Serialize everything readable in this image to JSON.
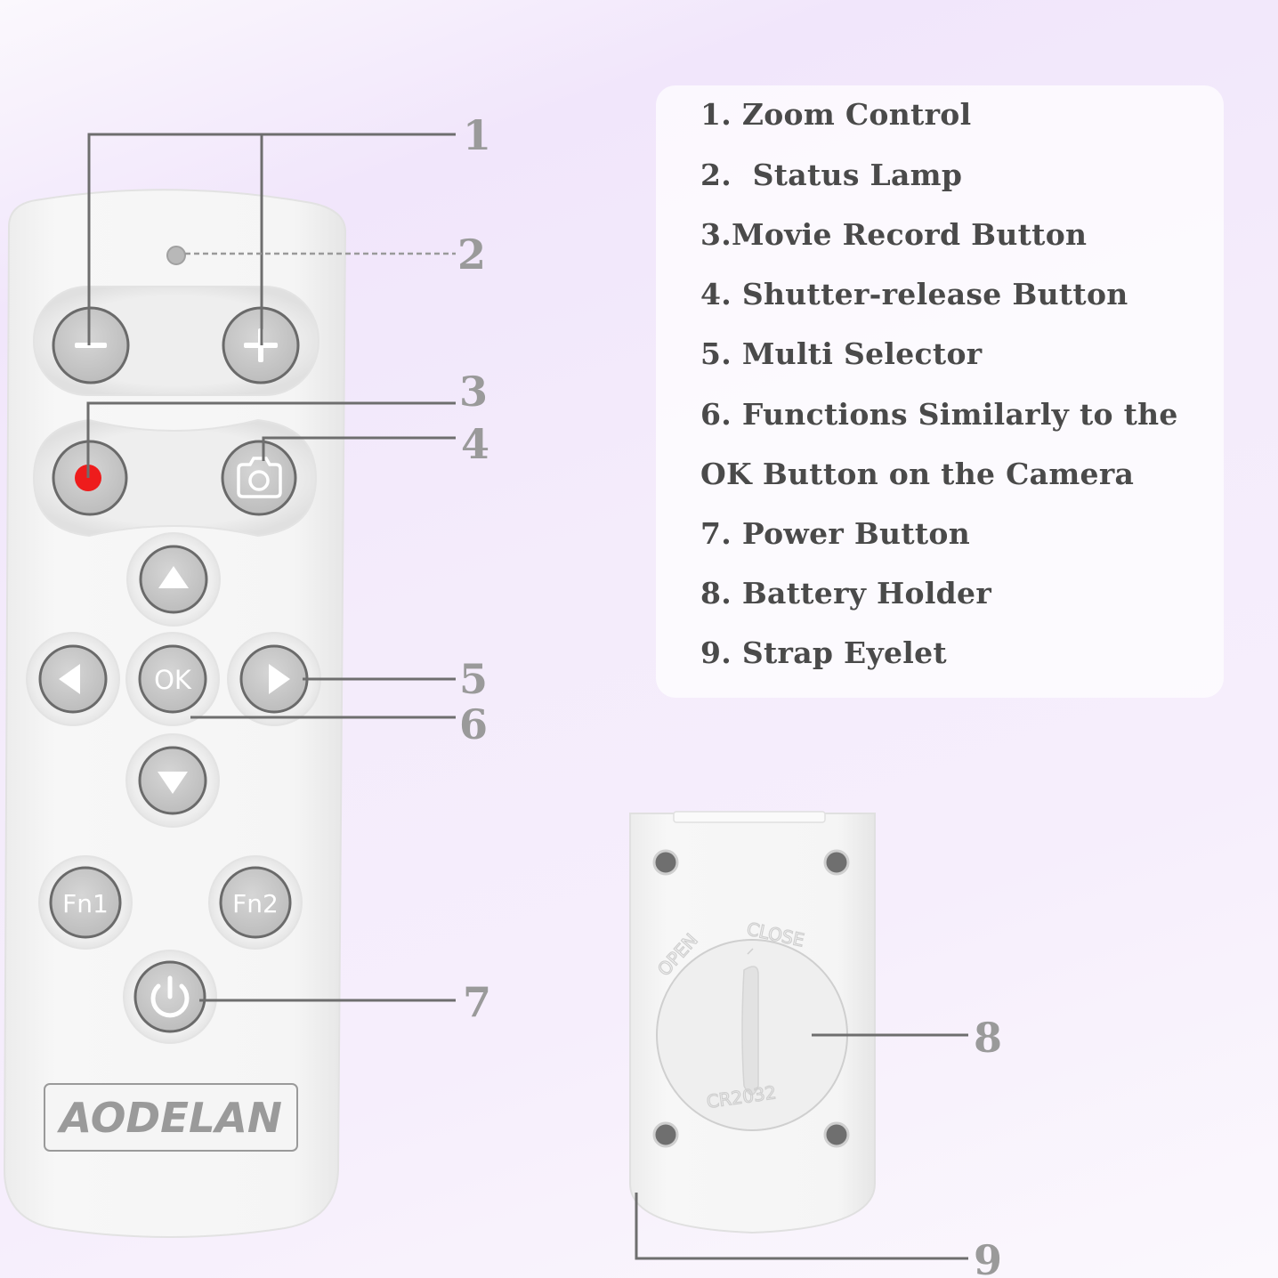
{
  "legend": {
    "items": [
      "1. Zoom Control",
      "2.  Status Lamp",
      "3.Movie Record Button",
      "4. Shutter-release Button",
      "5. Multi Selector",
      "6. Functions Similarly to the",
      "OK Button on the Camera",
      "7. Power Button",
      "8. Battery Holder",
      "9. Strap Eyelet"
    ]
  },
  "callouts": [
    "1",
    "2",
    "3",
    "4",
    "5",
    "6",
    "7",
    "8",
    "9"
  ],
  "remote": {
    "ok_label": "OK",
    "fn1_label": "Fn1",
    "fn2_label": "Fn2",
    "brand": "AODELAN",
    "icons": [
      "minus-icon",
      "plus-icon",
      "record-dot-icon",
      "camera-icon",
      "arrow-up-icon",
      "arrow-left-icon",
      "arrow-right-icon",
      "arrow-down-icon",
      "power-icon"
    ]
  },
  "battery_cover": {
    "open_label": "OPEN",
    "close_label": "CLOSE",
    "cell_label": "CR2032"
  },
  "colors": {
    "record": "#ee1c1c",
    "button_fill": "#c9c9c9",
    "body": "#f3f3f3",
    "label_gray": "#9a9a9a"
  }
}
